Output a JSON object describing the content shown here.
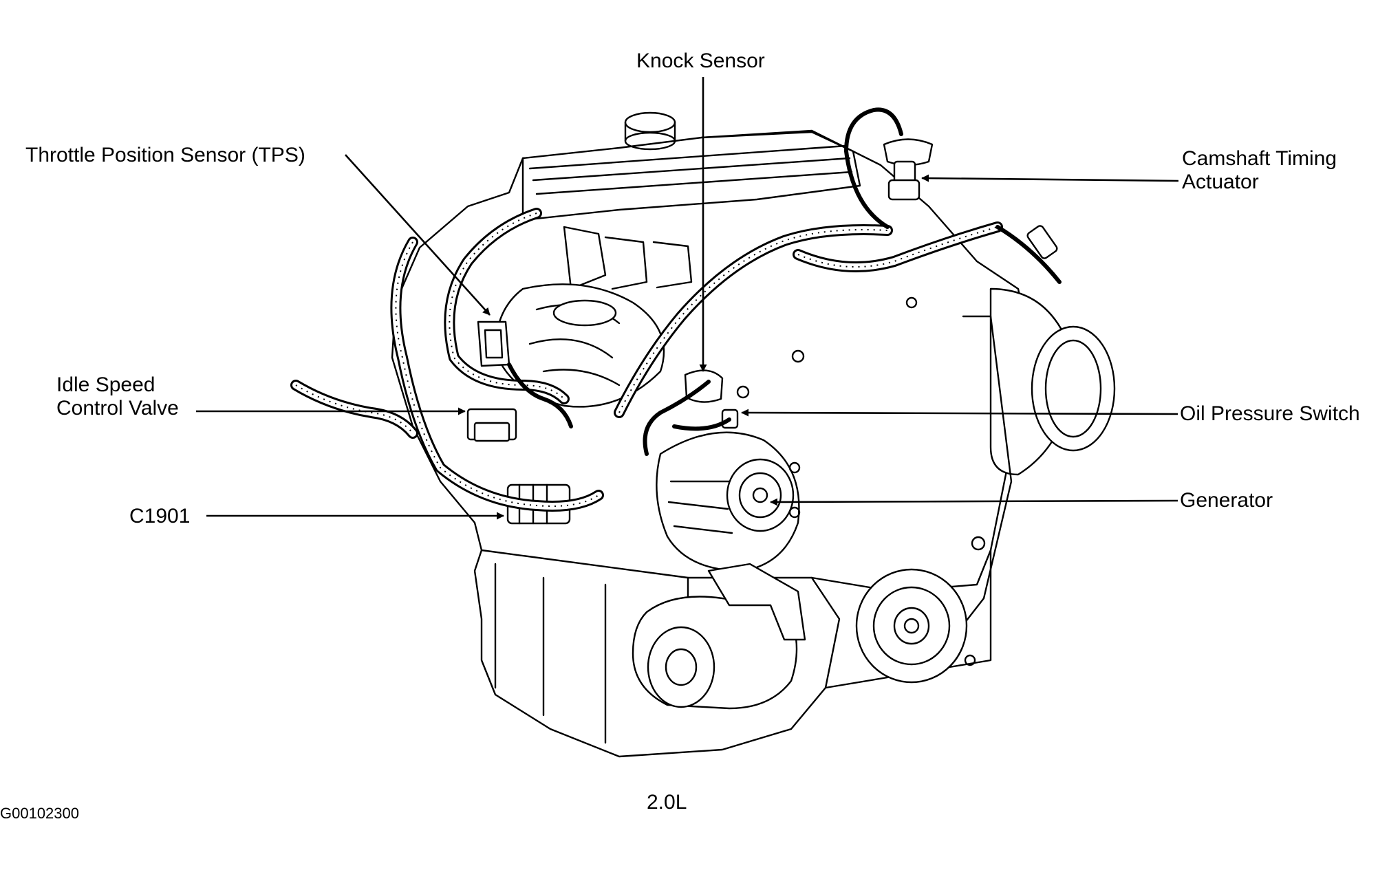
{
  "labels": {
    "knock_sensor": "Knock Sensor",
    "tps": "Throttle Position Sensor (TPS)",
    "camshaft_line1": "Camshaft Timing",
    "camshaft_line2": "Actuator",
    "idle_line1": "Idle Speed",
    "idle_line2": "Control Valve",
    "oil_pressure": "Oil Pressure Switch",
    "generator": "Generator",
    "c1901": "C1901",
    "engine": "2.0L",
    "figure_id": "G00102300"
  },
  "colors": {
    "ink": "#000000",
    "background": "#ffffff"
  }
}
